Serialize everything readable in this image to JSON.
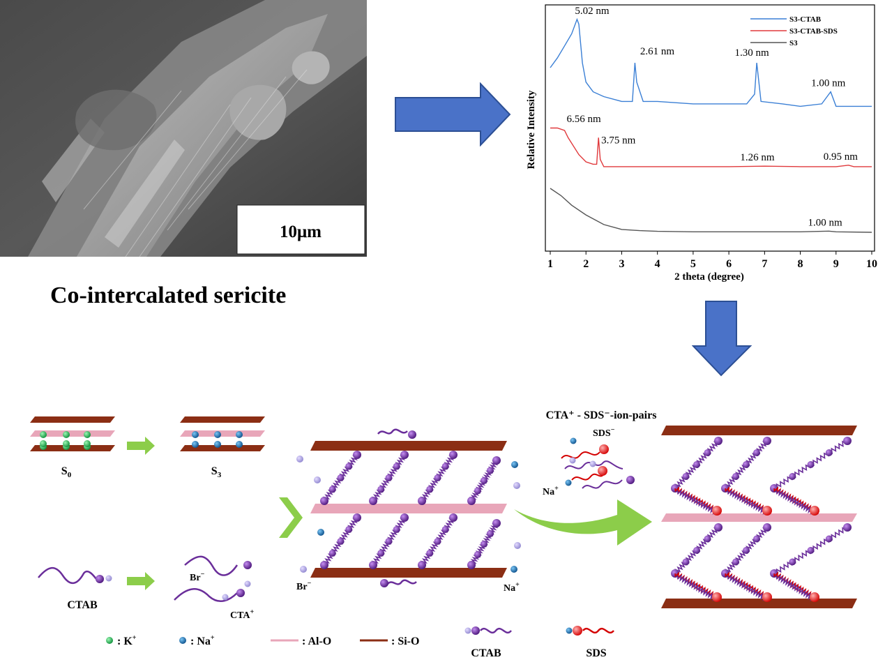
{
  "title": "Co-intercalated sericite",
  "sem": {
    "scale_label": "10μm"
  },
  "colors": {
    "blue": "#3a7fd5",
    "red": "#e0393c",
    "black": "#555555",
    "arrow_blue": "#4a72c8",
    "brown": "#8b2e14",
    "pink": "#e8a6b9",
    "purple": "#6a2e9a",
    "green_arrow": "#8ccd4a"
  },
  "chart_data": {
    "type": "line",
    "xlabel": "2 theta (degree)",
    "ylabel": "Relative Intensity",
    "xlim": [
      1,
      10
    ],
    "xticks": [
      "1",
      "2",
      "3",
      "4",
      "5",
      "6",
      "7",
      "8",
      "9",
      "10"
    ],
    "grid": false,
    "legend_position": "top-right",
    "series": [
      {
        "name": "S3-CTAB",
        "color": "#3a7fd5",
        "x": [
          1.0,
          1.2,
          1.4,
          1.6,
          1.75,
          1.8,
          1.9,
          2.0,
          2.2,
          2.5,
          3.0,
          3.3,
          3.37,
          3.42,
          3.6,
          4.0,
          5.0,
          6.0,
          6.5,
          6.72,
          6.78,
          6.9,
          7.5,
          8.0,
          8.6,
          8.85,
          9.0,
          9.5,
          10.0
        ],
        "y": [
          86,
          90,
          95,
          100,
          106,
          104,
          88,
          80,
          76,
          74,
          72,
          72,
          88,
          80,
          72,
          72,
          71,
          71,
          71,
          75,
          88,
          72,
          71,
          70,
          71,
          76,
          70,
          70,
          70
        ]
      },
      {
        "name": "S3-CTAB-SDS",
        "color": "#e0393c",
        "x": [
          1.0,
          1.2,
          1.4,
          1.5,
          1.8,
          2.0,
          2.2,
          2.3,
          2.35,
          2.4,
          2.5,
          3.0,
          4.0,
          5.0,
          6.0,
          7.0,
          8.0,
          9.0,
          9.35,
          9.5,
          10.0
        ],
        "y": [
          61,
          61,
          60,
          57,
          50,
          47,
          46,
          46,
          57,
          48,
          45,
          45,
          45,
          45,
          45,
          45.2,
          45,
          45,
          45.6,
          45,
          45
        ]
      },
      {
        "name": "S3",
        "color": "#555555",
        "x": [
          1.0,
          1.3,
          1.6,
          2.0,
          2.5,
          3.0,
          3.5,
          4.0,
          5.0,
          6.0,
          7.0,
          8.0,
          8.8,
          9.0,
          10.0
        ],
        "y": [
          36,
          33,
          29,
          25,
          21,
          19,
          18.5,
          18.2,
          18,
          18,
          18,
          18,
          18.3,
          18,
          17.8
        ]
      }
    ],
    "annotations": [
      {
        "text": "5.02 nm",
        "x": 1.75,
        "y": 106
      },
      {
        "text": "2.61 nm",
        "x": 3.4,
        "y": 88
      },
      {
        "text": "1.30 nm",
        "x": 6.75,
        "y": 88
      },
      {
        "text": "1.00 nm",
        "x": 8.85,
        "y": 76
      },
      {
        "text": "6.56 nm",
        "x": 1.4,
        "y": 60
      },
      {
        "text": "3.75 nm",
        "x": 2.35,
        "y": 57
      },
      {
        "text": "1.26 nm",
        "x": 7.0,
        "y": 45.2
      },
      {
        "text": "0.95 nm",
        "x": 9.35,
        "y": 45.6
      },
      {
        "text": "1.00 nm",
        "x": 8.8,
        "y": 18.3
      }
    ]
  },
  "schematic": {
    "label_s0": "S",
    "label_s0_sub": "0",
    "label_s3": "S",
    "label_s3_sub": "3",
    "label_ctab_left": "CTAB",
    "label_br_top": "Br",
    "label_cta_plus": "CTA",
    "label_br_left": "Br",
    "label_na_right": "Na",
    "ion_pair_title": "CTA⁺ - SDS⁻-ion-pairs",
    "label_sds_top": "SDS",
    "label_na_ionpair": "Na",
    "legend": {
      "k": "K",
      "na": "Na",
      "alo": ": Al-O",
      "sio": ": Si-O",
      "ctab": "CTAB",
      "sds": "SDS"
    }
  }
}
